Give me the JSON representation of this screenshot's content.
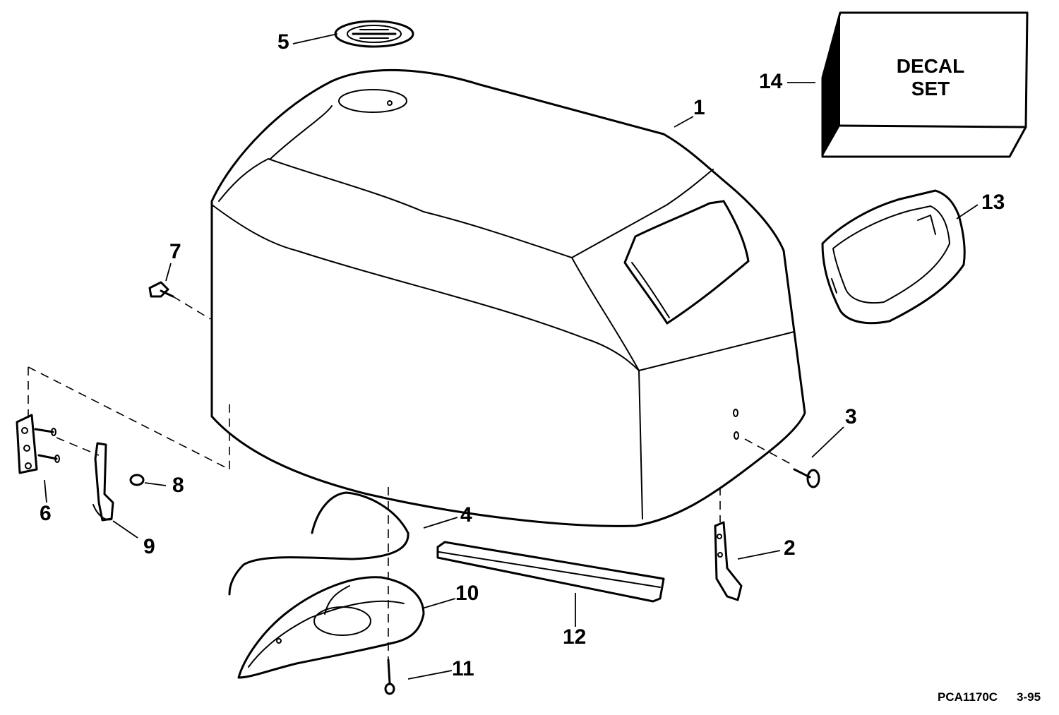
{
  "callouts": [
    {
      "id": "1",
      "label": "1"
    },
    {
      "id": "2",
      "label": "2"
    },
    {
      "id": "3",
      "label": "3"
    },
    {
      "id": "4",
      "label": "4"
    },
    {
      "id": "5",
      "label": "5"
    },
    {
      "id": "6",
      "label": "6"
    },
    {
      "id": "7",
      "label": "7"
    },
    {
      "id": "8",
      "label": "8"
    },
    {
      "id": "9",
      "label": "9"
    },
    {
      "id": "10",
      "label": "10"
    },
    {
      "id": "11",
      "label": "11"
    },
    {
      "id": "12",
      "label": "12"
    },
    {
      "id": "13",
      "label": "13"
    },
    {
      "id": "14",
      "label": "14"
    }
  ],
  "decal": {
    "line1": "DECAL",
    "line2": "SET"
  },
  "footer": {
    "drawing_code": "PCA1170C",
    "date_code": "3-95"
  },
  "colors": {
    "ink": "#000000",
    "paper": "#ffffff"
  }
}
